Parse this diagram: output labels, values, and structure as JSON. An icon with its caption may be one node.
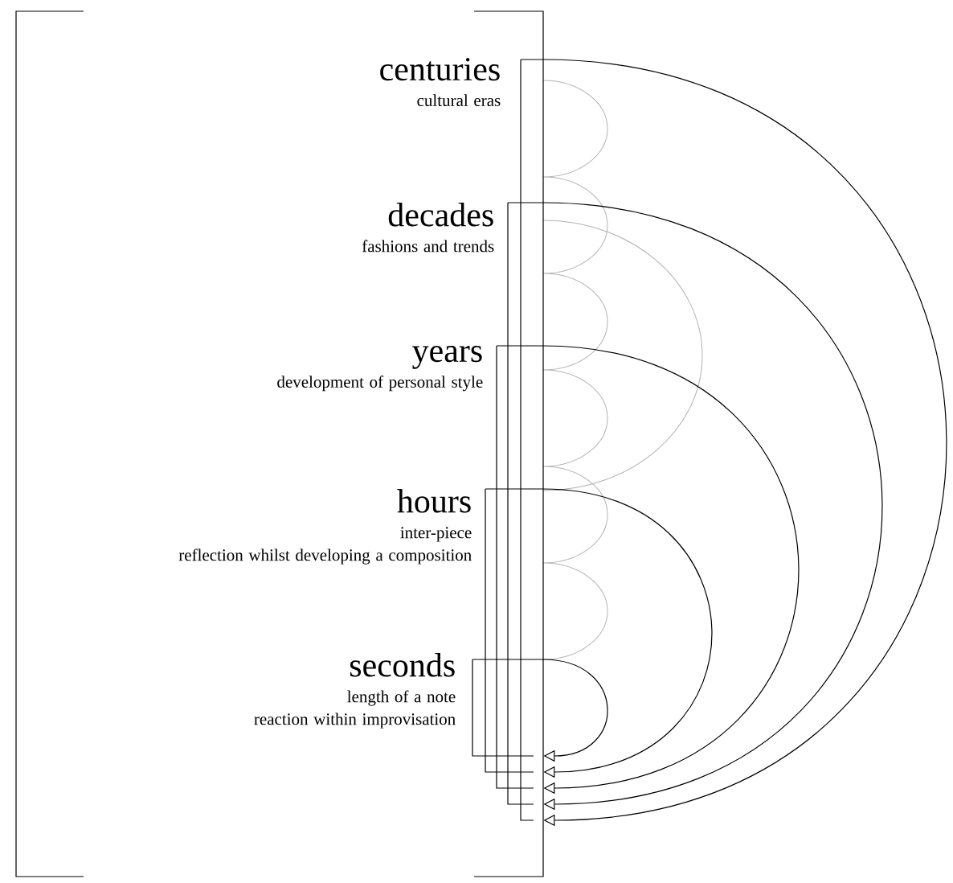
{
  "diagram": {
    "nodes": [
      {
        "text": [],
        "shape": "bracket"
      },
      {
        "text": [
          "centuries",
          "cultural eras"
        ],
        "in": 0
      },
      {
        "text": [
          "decades",
          "fashions and trends"
        ],
        "in": 0
      },
      {
        "text": [
          "years",
          "development of personal style"
        ],
        "in": 0
      },
      {
        "text": [
          "hours",
          "inter-piece",
          "reflection whilst developing a composition"
        ],
        "in": 0
      },
      {
        "text": [
          "seconds",
          "length of a note",
          "reaction within improvisation"
        ],
        "in": 0
      }
    ],
    "edges": [
      {
        "from": 1,
        "to": 0,
        "arrow": "to"
      },
      {
        "from": 2,
        "to": 0,
        "arrow": "to"
      },
      {
        "from": 3,
        "to": 0,
        "arrow": "to"
      },
      {
        "from": 4,
        "to": 0,
        "arrow": "to"
      },
      {
        "from": 5,
        "to": 0,
        "arrow": "to"
      }
    ]
  }
}
